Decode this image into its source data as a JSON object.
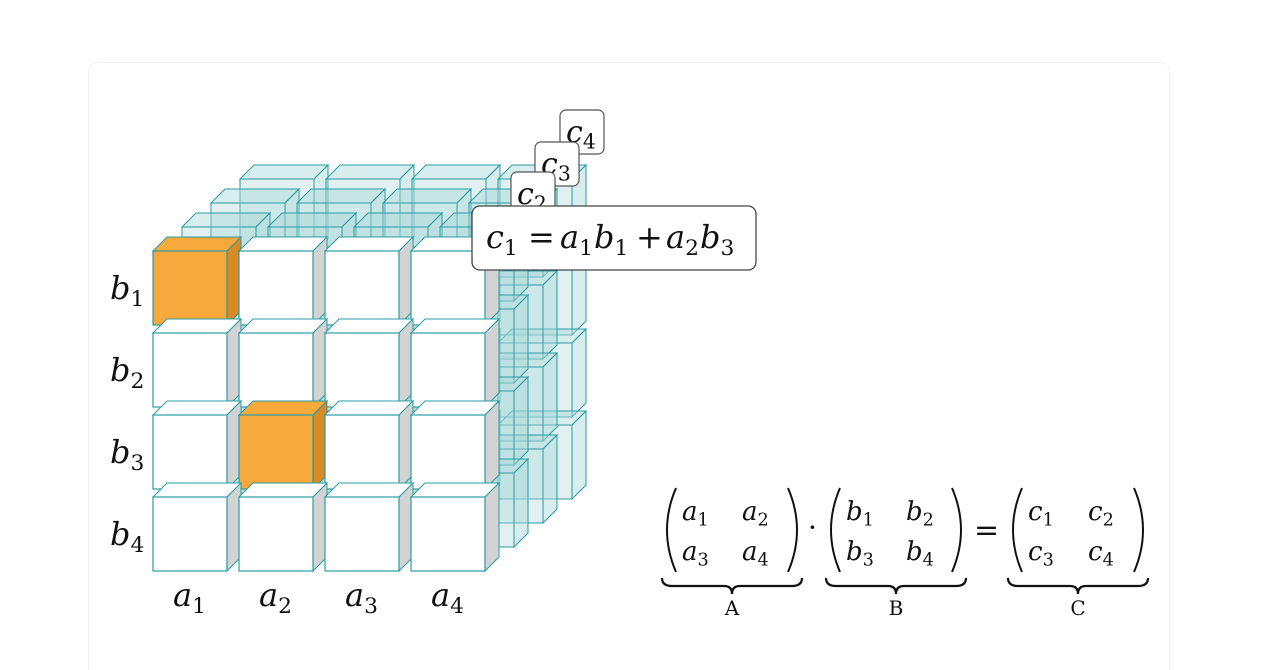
{
  "cube": {
    "row_labels": [
      {
        "base": "b",
        "sub": "1"
      },
      {
        "base": "b",
        "sub": "2"
      },
      {
        "base": "b",
        "sub": "3"
      },
      {
        "base": "b",
        "sub": "4"
      }
    ],
    "col_labels": [
      {
        "base": "a",
        "sub": "1"
      },
      {
        "base": "a",
        "sub": "2"
      },
      {
        "base": "a",
        "sub": "3"
      },
      {
        "base": "a",
        "sub": "4"
      }
    ],
    "layer_labels": [
      {
        "base": "c",
        "sub": "4"
      },
      {
        "base": "c",
        "sub": "3"
      },
      {
        "base": "c",
        "sub": "2"
      }
    ],
    "highlighted_cells": [
      [
        0,
        0
      ],
      [
        2,
        1
      ]
    ],
    "colors": {
      "highlight": "#f7a93b",
      "highlight_side": "#d88a25",
      "teal": "#2a9ca3",
      "teal_fill": "#a9d6d7",
      "white": "#ffffff",
      "side": "#d3d3d3"
    }
  },
  "formula_box": {
    "lhs": {
      "base": "c",
      "sub": "1"
    },
    "eq": "=",
    "t1a": {
      "base": "a",
      "sub": "1"
    },
    "t1b": {
      "base": "b",
      "sub": "1"
    },
    "plus": "+",
    "t2a": {
      "base": "a",
      "sub": "2"
    },
    "t2b": {
      "base": "b",
      "sub": "3"
    }
  },
  "equation": {
    "A": [
      [
        {
          "base": "a",
          "sub": "1"
        },
        {
          "base": "a",
          "sub": "2"
        }
      ],
      [
        {
          "base": "a",
          "sub": "3"
        },
        {
          "base": "a",
          "sub": "4"
        }
      ]
    ],
    "B": [
      [
        {
          "base": "b",
          "sub": "1"
        },
        {
          "base": "b",
          "sub": "2"
        }
      ],
      [
        {
          "base": "b",
          "sub": "3"
        },
        {
          "base": "b",
          "sub": "4"
        }
      ]
    ],
    "C": [
      [
        {
          "base": "c",
          "sub": "1"
        },
        {
          "base": "c",
          "sub": "2"
        }
      ],
      [
        {
          "base": "c",
          "sub": "3"
        },
        {
          "base": "c",
          "sub": "4"
        }
      ]
    ],
    "dot": "·",
    "eq": "=",
    "label_A": "A",
    "label_B": "B",
    "label_C": "C"
  }
}
